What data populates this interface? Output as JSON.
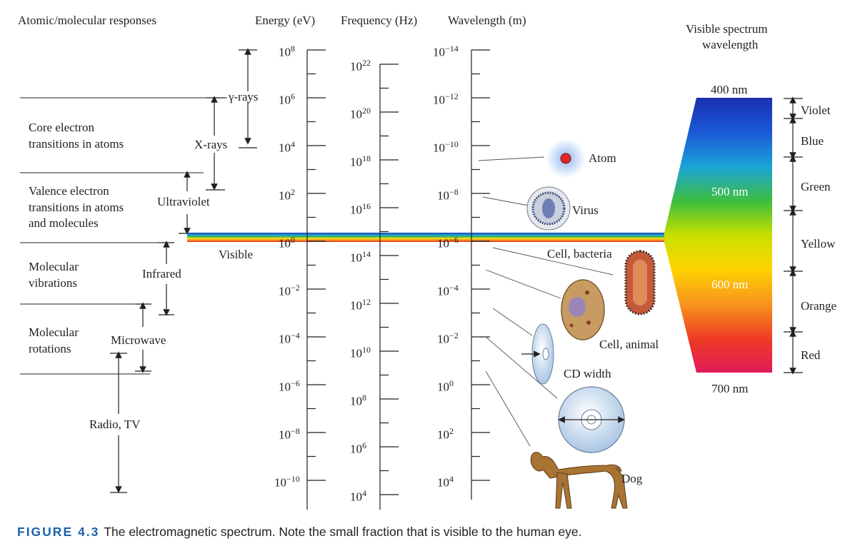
{
  "headers": {
    "atomic": "Atomic/molecular responses",
    "energy": "Energy (eV)",
    "frequency": "Frequency (Hz)",
    "wavelength": "Wavelength (m)",
    "visible_title_1": "Visible spectrum",
    "visible_title_2": "wavelength"
  },
  "responses": {
    "core_1": "Core electron",
    "core_2": "transitions in atoms",
    "valence_1": "Valence electron",
    "valence_2": "transitions in atoms",
    "valence_3": "and molecules",
    "vib_1": "Molecular",
    "vib_2": "vibrations",
    "rot_1": "Molecular",
    "rot_2": "rotations"
  },
  "regions": {
    "gamma": "γ-rays",
    "xray": "X-rays",
    "uv": "Ultraviolet",
    "visible": "Visible",
    "infrared": "Infrared",
    "microwave": "Microwave",
    "radio": "Radio, TV"
  },
  "energy_ticks": [
    {
      "base": "10",
      "exp": "8"
    },
    {
      "base": "10",
      "exp": "6"
    },
    {
      "base": "10",
      "exp": "4"
    },
    {
      "base": "10",
      "exp": "2"
    },
    {
      "base": "10",
      "exp": "0"
    },
    {
      "base": "10",
      "exp": "−2"
    },
    {
      "base": "10",
      "exp": "−4"
    },
    {
      "base": "10",
      "exp": "−6"
    },
    {
      "base": "10",
      "exp": "−8"
    },
    {
      "base": "10",
      "exp": "−10"
    }
  ],
  "frequency_ticks": [
    {
      "base": "10",
      "exp": "22"
    },
    {
      "base": "10",
      "exp": "20"
    },
    {
      "base": "10",
      "exp": "18"
    },
    {
      "base": "10",
      "exp": "16"
    },
    {
      "base": "10",
      "exp": "14"
    },
    {
      "base": "10",
      "exp": "12"
    },
    {
      "base": "10",
      "exp": "10"
    },
    {
      "base": "10",
      "exp": "8"
    },
    {
      "base": "10",
      "exp": "6"
    },
    {
      "base": "10",
      "exp": "4"
    }
  ],
  "wavelength_ticks": [
    {
      "base": "10",
      "exp": "−14"
    },
    {
      "base": "10",
      "exp": "−12"
    },
    {
      "base": "10",
      "exp": "−10"
    },
    {
      "base": "10",
      "exp": "−8"
    },
    {
      "base": "10",
      "exp": "−6"
    },
    {
      "base": "10",
      "exp": "−4"
    },
    {
      "base": "10",
      "exp": "−2"
    },
    {
      "base": "10",
      "exp": "0"
    },
    {
      "base": "10",
      "exp": "2"
    },
    {
      "base": "10",
      "exp": "4"
    }
  ],
  "objects": {
    "atom": "Atom",
    "virus": "Virus",
    "bacteria": "Cell, bacteria",
    "animal": "Cell, animal",
    "cd": "CD width",
    "dog": "Dog"
  },
  "visible_nm": {
    "nm400": "400 nm",
    "nm500": "500 nm",
    "nm600": "600 nm",
    "nm700": "700 nm"
  },
  "colors": {
    "violet": "Violet",
    "blue": "Blue",
    "green": "Green",
    "yellow": "Yellow",
    "orange": "Orange",
    "red": "Red"
  },
  "caption": {
    "label": "FIGURE 4.3",
    "text": "The electromagnetic spectrum. Note the small fraction that is visible to the human eye."
  }
}
